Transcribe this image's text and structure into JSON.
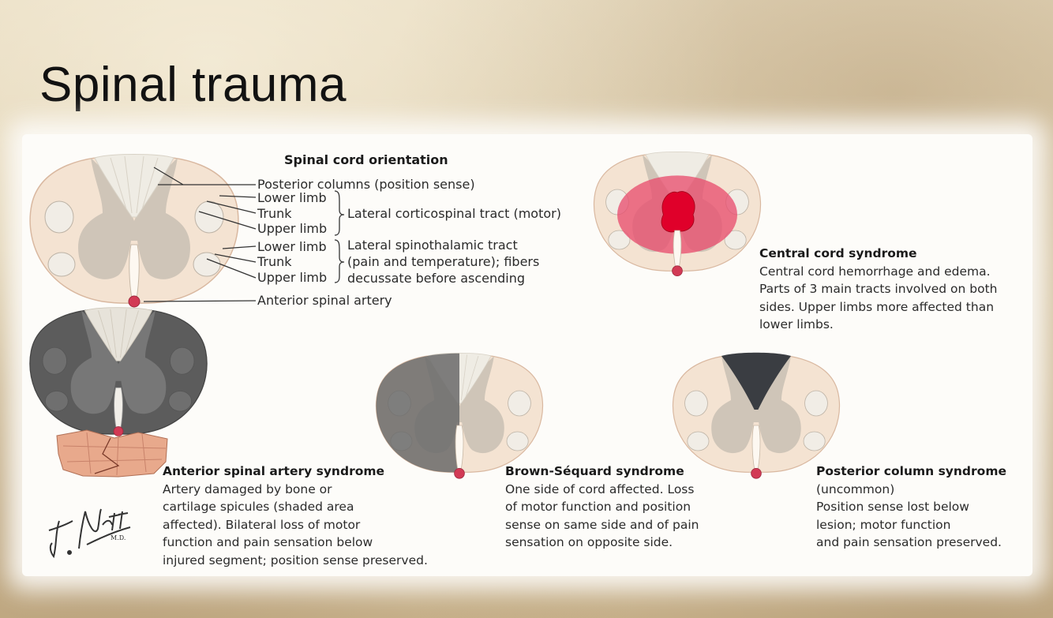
{
  "slide": {
    "title": "Spinal trauma"
  },
  "orientation": {
    "heading": "Spinal cord orientation",
    "labels": {
      "posterior_columns": "Posterior columns (position sense)",
      "lower_limb_1": "Lower limb",
      "trunk_1": "Trunk",
      "upper_limb_1": "Upper limb",
      "corticospinal": "Lateral corticospinal tract (motor)",
      "lower_limb_2": "Lower limb",
      "trunk_2": "Trunk",
      "upper_limb_2": "Upper limb",
      "spinothalamic_1": "Lateral spinothalamic tract",
      "spinothalamic_2": "(pain and temperature); fibers",
      "spinothalamic_3": "decussate before ascending",
      "anterior_artery": "Anterior spinal artery"
    }
  },
  "syndromes": {
    "central": {
      "heading": "Central cord syndrome",
      "lines": [
        "Central cord hemorrhage and edema.",
        "Parts of 3 main tracts involved on both",
        "sides. Upper limbs more affected than",
        "lower limbs."
      ]
    },
    "anterior": {
      "heading": "Anterior spinal artery syndrome",
      "lines": [
        "Artery damaged by bone or",
        "cartilage spicules (shaded area",
        "affected). Bilateral loss of motor",
        "function and pain sensation below",
        "injured segment; position sense preserved."
      ]
    },
    "brown_sequard": {
      "heading": "Brown-Séquard syndrome",
      "lines": [
        "One side of cord affected. Loss",
        "of motor function and position",
        "sense on same side and of pain",
        "sensation on opposite side."
      ]
    },
    "posterior": {
      "heading": "Posterior column syndrome",
      "lines": [
        "(uncommon)",
        "Position sense lost below",
        "lesion; motor function",
        "and pain sensation preserved."
      ]
    }
  },
  "signature": {
    "text": "F. Netter M.D."
  },
  "colors": {
    "cord_fill": "#f4e3d2",
    "grey_matter": "#cfc5b8",
    "posterior_columns": "#efece4",
    "lesion_dark": "#5c5c5c",
    "hemorrhage": "#e0002a",
    "edema": "#e85070"
  }
}
